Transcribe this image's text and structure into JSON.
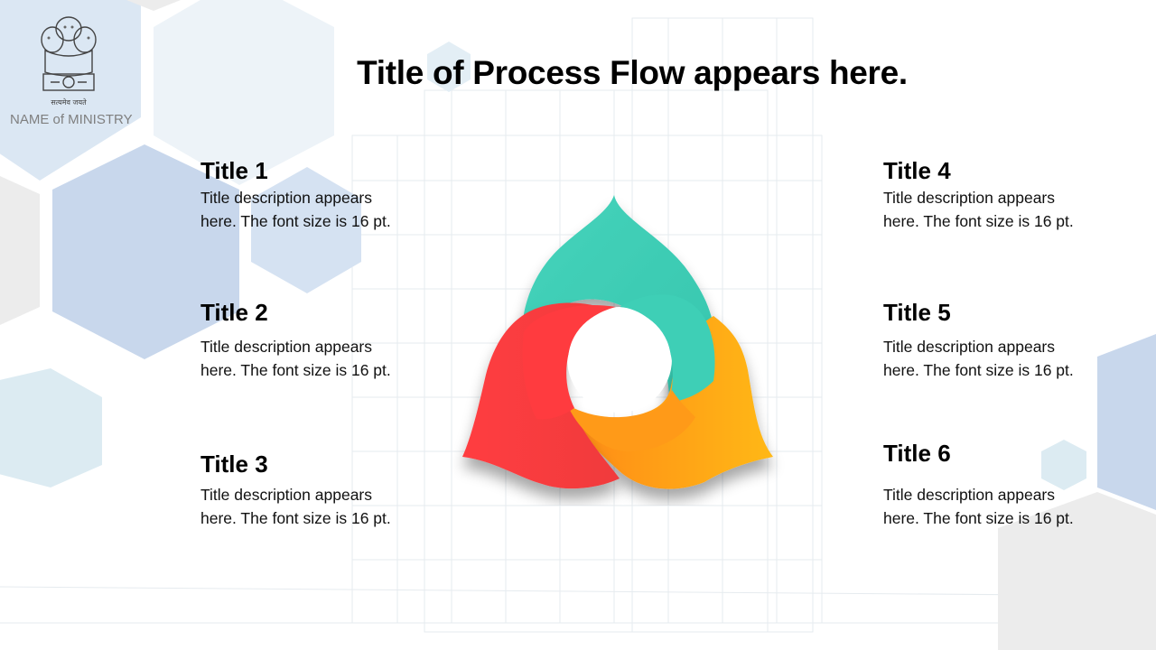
{
  "header": {
    "title": "Title of Process Flow appears here.",
    "ministry_name": "NAME of MINISTRY",
    "emblem_motto": "सत्यमेव जयते",
    "emblem_icon": "national-emblem-icon"
  },
  "items": [
    {
      "title": "Title 1",
      "description": "Title description appears here. The font size is 16 pt."
    },
    {
      "title": "Title 2",
      "description": "Title description appears here. The font size is 16 pt."
    },
    {
      "title": "Title 3",
      "description": "Title description appears here. The font size is 16 pt."
    },
    {
      "title": "Title 4",
      "description": "Title description appears here. The font size is 16 pt."
    },
    {
      "title": "Title 5",
      "description": "Title description appears here. The font size is 16 pt."
    },
    {
      "title": "Title 6",
      "description": "Title description appears here. The font size is 16 pt."
    }
  ],
  "colors": {
    "petal_teal": "#3ecfb6",
    "petal_red": "#ff3b3f",
    "petal_orange": "#ffa514",
    "hex_blue": "#c7d6ec",
    "hex_light": "#dcebf2",
    "hex_grey": "#ececec"
  }
}
